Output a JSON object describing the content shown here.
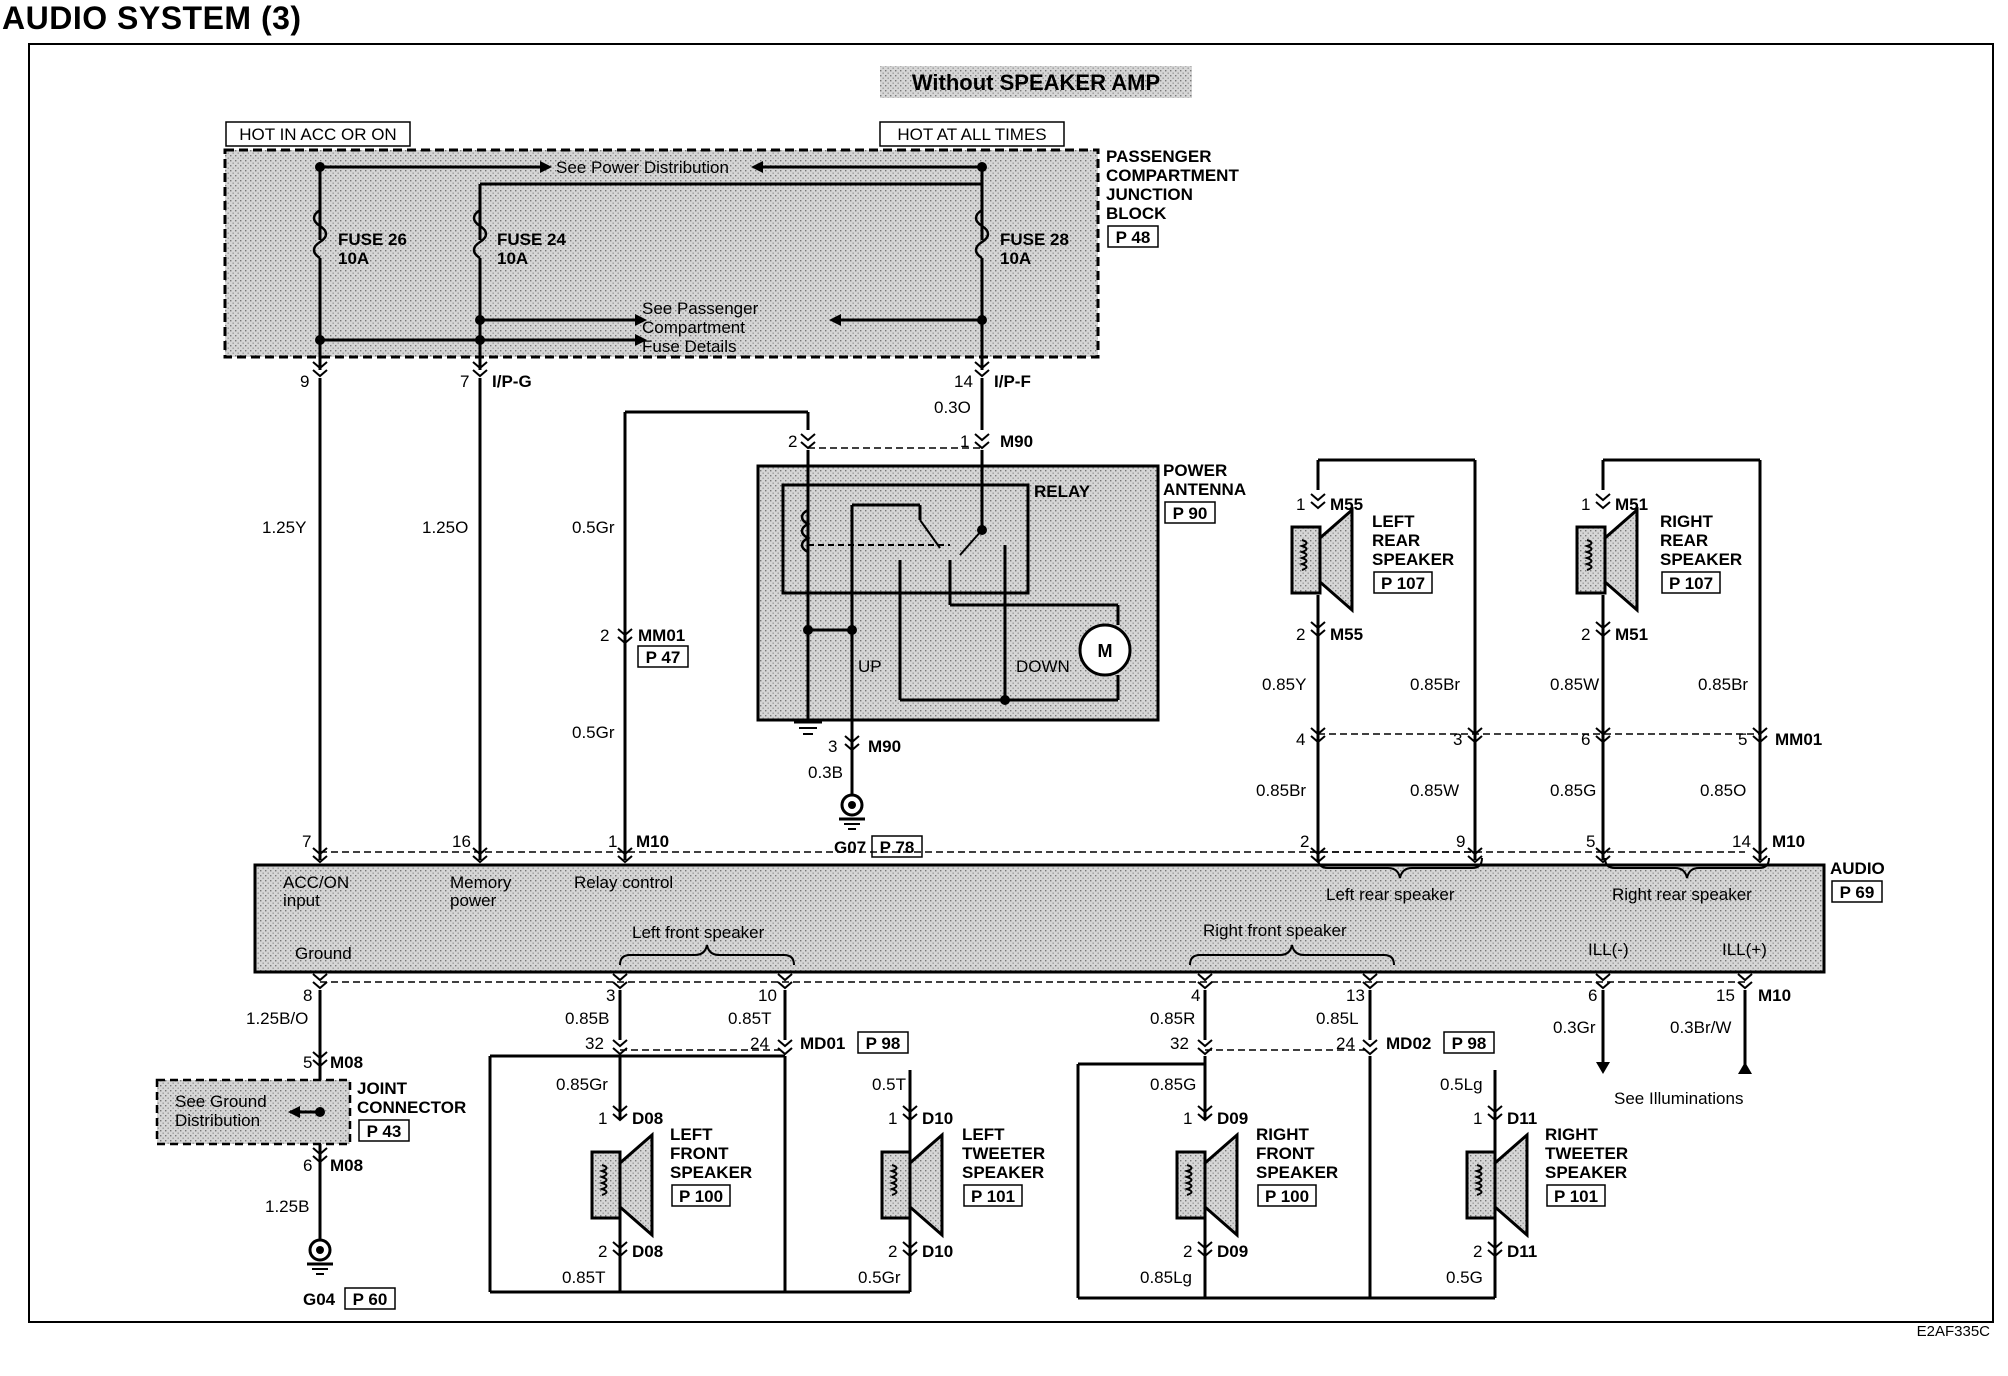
{
  "page_title": "AUDIO SYSTEM (3)",
  "heading": "Without SPEAKER AMP",
  "figure_code": "E2AF335C",
  "power_sources": {
    "acc_on": "HOT IN ACC OR ON",
    "all_times": "HOT AT ALL TIMES"
  },
  "junction_block": {
    "label": [
      "PASSENGER",
      "COMPARTMENT",
      "JUNCTION",
      "BLOCK"
    ],
    "ref": "P 48",
    "fuses": [
      {
        "name": "FUSE 26",
        "rating": "10A"
      },
      {
        "name": "FUSE 24",
        "rating": "10A"
      },
      {
        "name": "FUSE 28",
        "rating": "10A"
      }
    ],
    "see_power": "See Power Distribution",
    "see_fuse": [
      "See Passenger",
      "Compartment",
      "Fuse Details"
    ]
  },
  "connectors": {
    "ip_g": "I/P-G",
    "ip_f": "I/P-F",
    "m90": "M90",
    "mm01": "MM01",
    "m10": "M10",
    "m08": "M08",
    "md01": "MD01",
    "md02": "MD02",
    "m55": "M55",
    "m51": "M51",
    "d08": "D08",
    "d10": "D10",
    "d09": "D09",
    "d11": "D11"
  },
  "pins": {
    "p9": "9",
    "p7": "7",
    "p14": "14",
    "p2": "2",
    "p1": "1",
    "p3": "3",
    "p4": "4",
    "p5": "5",
    "p6": "6",
    "p8": "8",
    "p10": "10",
    "p13": "13",
    "p15": "15",
    "p16": "16",
    "p24": "24",
    "p32": "32"
  },
  "wires": {
    "w125y": "1.25Y",
    "w125o": "1.25O",
    "w05gr": "0.5Gr",
    "w03o": "0.3O",
    "w03b": "0.3B",
    "w125bo": "1.25B/O",
    "w125b": "1.25B",
    "w085b": "0.85B",
    "w085t": "0.85T",
    "w085gr": "0.85Gr",
    "w05t": "0.5T",
    "w05gr2": "0.5Gr",
    "w085r": "0.85R",
    "w085l": "0.85L",
    "w085g": "0.85G",
    "w05lg": "0.5Lg",
    "w085lg": "0.85Lg",
    "w05g": "0.5G",
    "w03gr": "0.3Gr",
    "w03brw": "0.3Br/W",
    "w085y": "0.85Y",
    "w085br": "0.85Br",
    "w085w": "0.85W",
    "w085o": "0.85O"
  },
  "power_antenna": {
    "label": [
      "POWER",
      "ANTENNA"
    ],
    "ref": "P 90",
    "relay": "RELAY",
    "up": "UP",
    "down": "DOWN",
    "motor": "M"
  },
  "grounds": {
    "g07": "G07",
    "g07_ref": "P 78",
    "g04": "G04",
    "g04_ref": "P 60"
  },
  "mm01_ref": "P 47",
  "audio": {
    "label": "AUDIO",
    "ref": "P 69",
    "acc_on": [
      "ACC/ON",
      "input"
    ],
    "memory": [
      "Memory",
      "power"
    ],
    "relay": "Relay control",
    "ground": "Ground",
    "left_front": "Left front speaker",
    "right_front": "Right front speaker",
    "left_rear": "Left rear speaker",
    "right_rear": "Right rear speaker",
    "ill_minus": "ILL(-)",
    "ill_plus": "ILL(+)"
  },
  "joint_connector": {
    "label": [
      "JOINT",
      "CONNECTOR"
    ],
    "ref": "P 43",
    "see": [
      "See Ground",
      "Distribution"
    ]
  },
  "md_refs": {
    "md01": "P 98",
    "md02": "P 98"
  },
  "see_illuminations": "See Illuminations",
  "speakers": {
    "left_rear": {
      "name": [
        "LEFT",
        "REAR",
        "SPEAKER"
      ],
      "ref": "P 107"
    },
    "right_rear": {
      "name": [
        "RIGHT",
        "REAR",
        "SPEAKER"
      ],
      "ref": "P 107"
    },
    "left_front": {
      "name": [
        "LEFT",
        "FRONT",
        "SPEAKER"
      ],
      "ref": "P 100"
    },
    "left_tweeter": {
      "name": [
        "LEFT",
        "TWEETER",
        "SPEAKER"
      ],
      "ref": "P 101"
    },
    "right_front": {
      "name": [
        "RIGHT",
        "FRONT",
        "SPEAKER"
      ],
      "ref": "P 100"
    },
    "right_tweeter": {
      "name": [
        "RIGHT",
        "TWEETER",
        "SPEAKER"
      ],
      "ref": "P 101"
    }
  }
}
